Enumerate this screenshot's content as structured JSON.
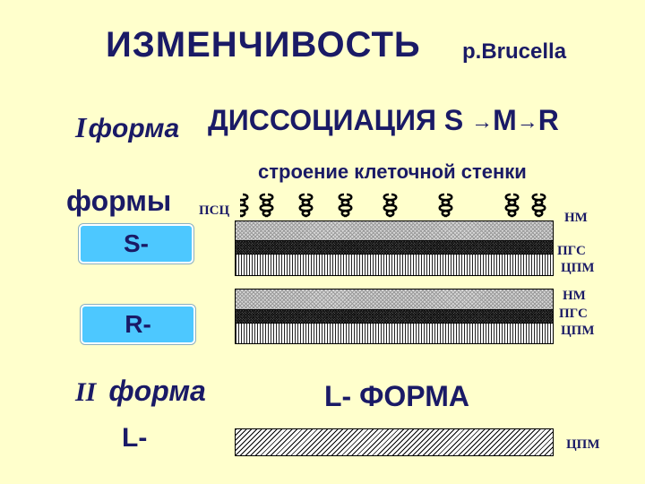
{
  "title": "ИЗМЕНЧИВОСТЬ",
  "genus": "р.Brucella",
  "form1": {
    "roman": "I",
    "label": "форма"
  },
  "dissociation": {
    "text": "ДИССОЦИАЦИЯ S",
    "m": "M",
    "r": "R",
    "arrow": "→"
  },
  "wall_caption": "строение клеточной стенки",
  "forms_label": "формы",
  "psc_label": "ПСЦ",
  "s_box": "S-",
  "r_box": "R-",
  "layers": {
    "nm": "НМ",
    "pgs": "ПГС",
    "cpm": "ЦПМ"
  },
  "form2": {
    "roman": "II",
    "label": "форма"
  },
  "l_label": "L-",
  "l_form": "L- ФОРМА",
  "l_layer": "ЦПМ",
  "colors": {
    "background": "#ffffcc",
    "text": "#1a1a66",
    "box": "#4dc8ff"
  },
  "icons": {
    "psc_chain": "polysaccharide-chain-icon"
  }
}
